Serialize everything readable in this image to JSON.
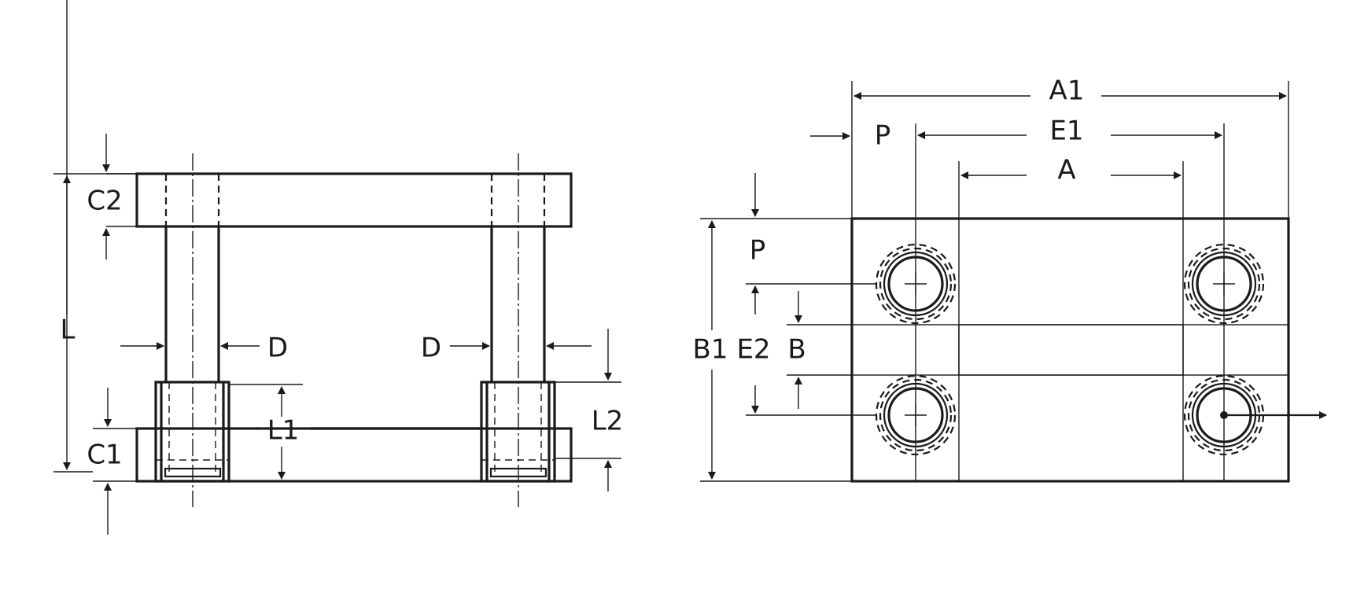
{
  "colors": {
    "line": "#1a1a1a",
    "light_fill": "#d9d9d9",
    "mid_fill": "#b0b0b0",
    "background": "#ffffff"
  },
  "side_view": {
    "labels": {
      "C2": "C2",
      "L": "L",
      "D_left": "D",
      "D_right": "D",
      "L1": "L1",
      "L2": "L2",
      "C1": "C1"
    }
  },
  "top_view": {
    "labels": {
      "A1": "A1",
      "P_top": "P",
      "E1": "E1",
      "A": "A",
      "P_side": "P",
      "B1": "B1",
      "E2": "E2",
      "B": "B"
    }
  }
}
